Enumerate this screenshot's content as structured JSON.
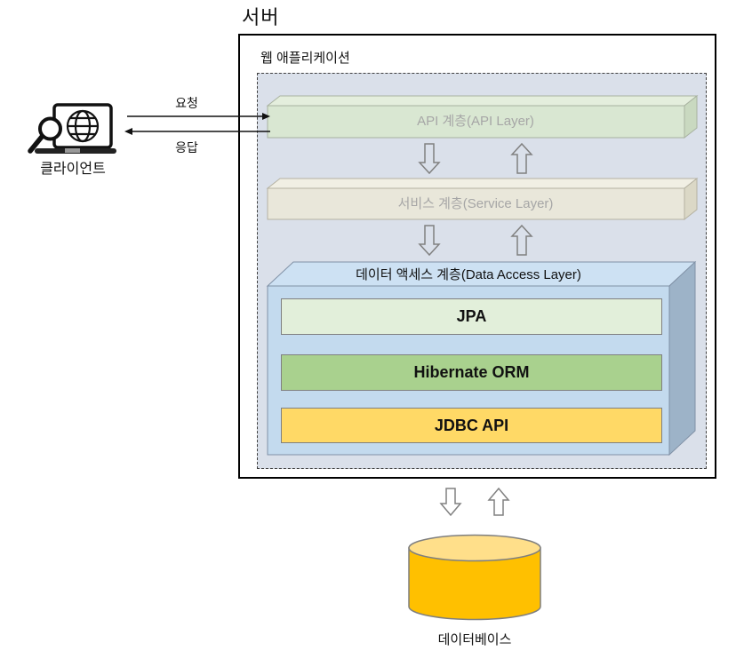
{
  "title": "서버",
  "client": {
    "label": "클라이언트",
    "request_label": "요청",
    "response_label": "응답",
    "icon": "laptop-globe-magnifier-icon"
  },
  "server": {
    "app_label": "웹 애플리케이션",
    "layers": {
      "api": {
        "label": "API 계층(API Layer)"
      },
      "service": {
        "label": "서비스 계층(Service Layer)"
      },
      "data_access": {
        "label": "데이터 액세스 계층(Data Access Layer)",
        "components": [
          "JPA",
          "Hibernate ORM",
          "JDBC API"
        ]
      }
    }
  },
  "database": {
    "label": "데이터베이스",
    "icon": "database-cylinder-icon"
  },
  "colors": {
    "canvas_bg": "#ffffff",
    "app_inner_bg": "#dae0ea",
    "api_front": "#d9e7d2",
    "api_top": "#e4eedd",
    "api_side": "#c9d9c0",
    "service_front": "#e9e7da",
    "service_top": "#f1efe4",
    "service_side": "#dbd8c6",
    "dal_front": "#c3daee",
    "dal_top": "#cde1f3",
    "dal_side": "#9db3c8",
    "jpa_bg": "#e2efda",
    "hibernate_bg": "#a9d18e",
    "jdbc_bg": "#ffd966",
    "db_body": "#ffc000",
    "db_top": "#ffdf8a",
    "muted_text": "#a6a6a6",
    "arrow_outline": "#808080"
  }
}
